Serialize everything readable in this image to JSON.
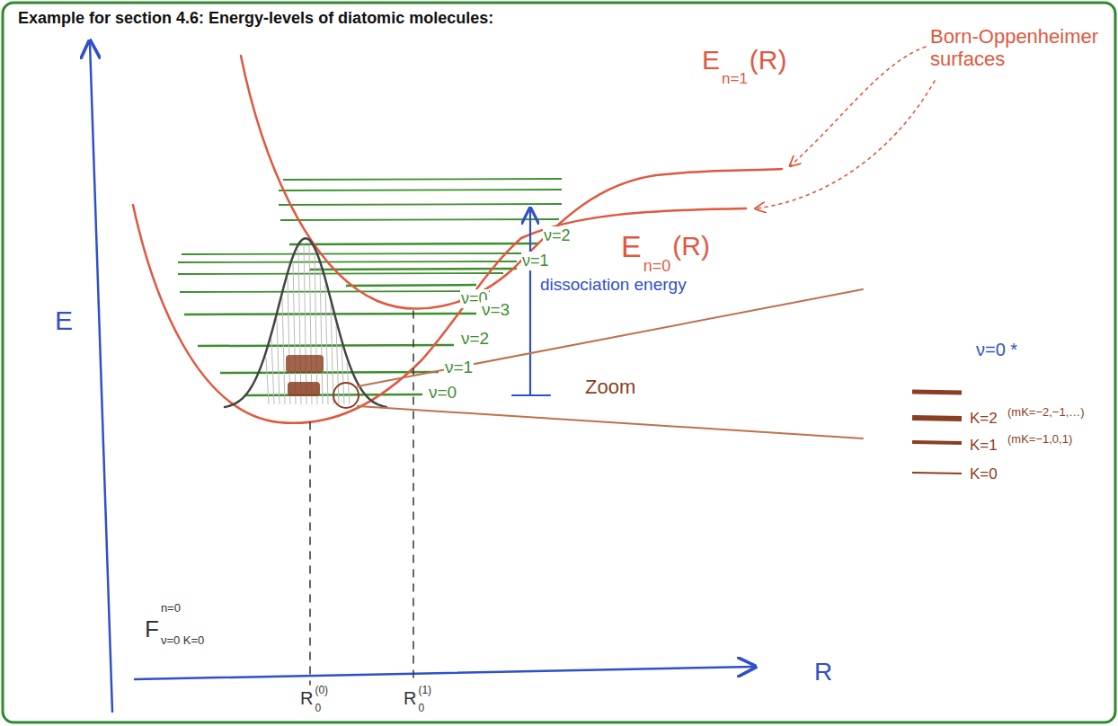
{
  "diagram": {
    "title": "Example for section 4.6: Energy-levels of diatomic molecules:",
    "labels": [
      "E",
      "E",
      "n=1",
      "(R)",
      "Born-Oppenheimer surfaces",
      "ν=2",
      "ν=1",
      "ν=0",
      "E",
      "n=0",
      "(R)",
      "dissociation energy",
      "ν=3",
      "ν=2",
      "ν=1",
      "ν=0",
      "Zoom",
      "ν=0 *",
      "K=2",
      "(mK=−2,−1,…)",
      "K=1",
      "(mK=−1,0,1)",
      "K=0",
      "F",
      "n=0",
      "ν=0 K=0",
      "R",
      "0",
      "(0)",
      "R",
      "0",
      "(1)",
      "R"
    ]
  }
}
